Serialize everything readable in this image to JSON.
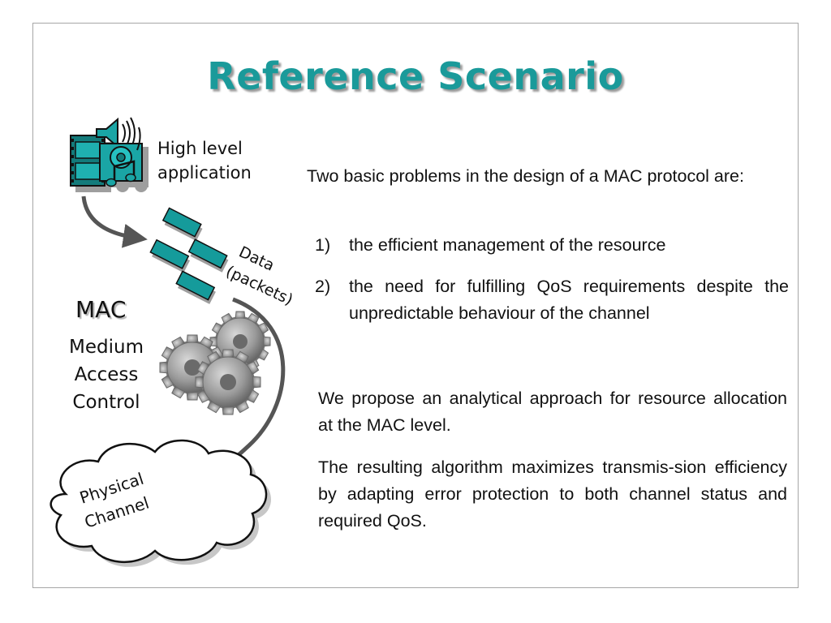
{
  "slide": {
    "title": "Reference Scenario",
    "diagram": {
      "app_label_line1": "High level",
      "app_label_line2": "application",
      "data_label_line1": "Data",
      "data_label_line2": "(packets)",
      "mac_abbr": "MAC",
      "mac_full_line1": "Medium",
      "mac_full_line2": "Access",
      "mac_full_line3": "Control",
      "channel_label_line1": "Physical",
      "channel_label_line2": "Channel",
      "colors": {
        "accent": "#1a9a9a",
        "packet": "#159b9b",
        "gear": "#8f8f8f"
      }
    },
    "intro": "Two basic problems in the design of a MAC protocol are:",
    "problems": [
      {
        "num": "1)",
        "text": "the efficient management of the resource"
      },
      {
        "num": "2)",
        "text": "the need for fulfilling QoS requirements despite the unpredictable behaviour of the channel"
      }
    ],
    "proposal": "We propose an analytical approach for resource allocation at the MAC level.",
    "result": "The resulting algorithm maximizes transmis-sion efficiency by adapting error protection to both channel status and required QoS."
  }
}
